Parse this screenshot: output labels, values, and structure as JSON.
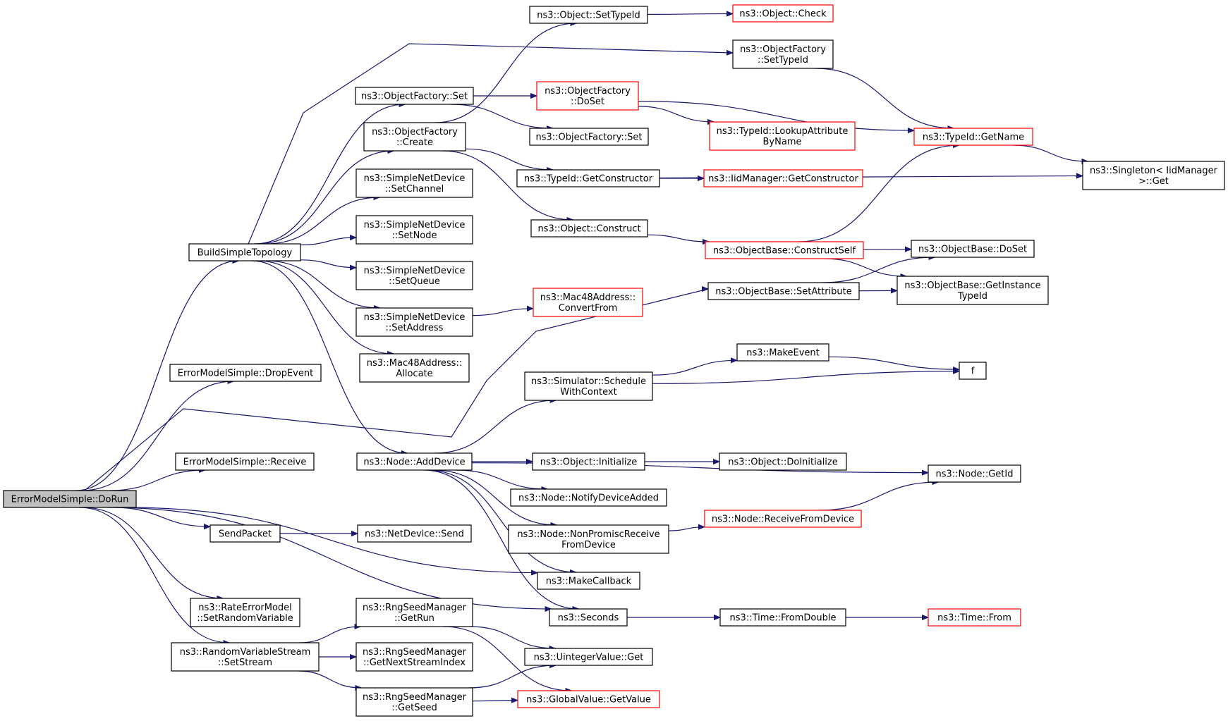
{
  "graph": {
    "nodes": [
      {
        "id": "dorun",
        "lines": [
          "ErrorModelSimple::DoRun"
        ],
        "style": "root"
      },
      {
        "id": "bst",
        "lines": [
          "BuildSimpleTopology"
        ]
      },
      {
        "id": "dropevent",
        "lines": [
          "ErrorModelSimple::DropEvent"
        ]
      },
      {
        "id": "receive",
        "lines": [
          "ErrorModelSimple::Receive"
        ]
      },
      {
        "id": "sendpacket",
        "lines": [
          "SendPacket"
        ]
      },
      {
        "id": "ratesetrv",
        "lines": [
          "ns3::RateErrorModel",
          "::SetRandomVariable"
        ]
      },
      {
        "id": "rvsetstream",
        "lines": [
          "ns3::RandomVariableStream",
          "::SetStream"
        ]
      },
      {
        "id": "ofset",
        "lines": [
          "ns3::ObjectFactory::Set"
        ]
      },
      {
        "id": "ofcreate",
        "lines": [
          "ns3::ObjectFactory",
          "::Create"
        ]
      },
      {
        "id": "sndsetchannel",
        "lines": [
          "ns3::SimpleNetDevice",
          "::SetChannel"
        ]
      },
      {
        "id": "sndsetnode",
        "lines": [
          "ns3::SimpleNetDevice",
          "::SetNode"
        ]
      },
      {
        "id": "sndsetqueue",
        "lines": [
          "ns3::SimpleNetDevice",
          "::SetQueue"
        ]
      },
      {
        "id": "sndsetaddress",
        "lines": [
          "ns3::SimpleNetDevice",
          "::SetAddress"
        ]
      },
      {
        "id": "mac48alloc",
        "lines": [
          "ns3::Mac48Address::",
          "Allocate"
        ]
      },
      {
        "id": "nodeadddevice",
        "lines": [
          "ns3::Node::AddDevice"
        ]
      },
      {
        "id": "netdevsend",
        "lines": [
          "ns3::NetDevice::Send"
        ]
      },
      {
        "id": "rsmgetrun",
        "lines": [
          "ns3::RngSeedManager",
          "::GetRun"
        ]
      },
      {
        "id": "rsmgetnext",
        "lines": [
          "ns3::RngSeedManager",
          "::GetNextStreamIndex"
        ]
      },
      {
        "id": "rsmgetseed",
        "lines": [
          "ns3::RngSeedManager",
          "::GetSeed"
        ]
      },
      {
        "id": "objsettypeid",
        "lines": [
          "ns3::Object::SetTypeId"
        ]
      },
      {
        "id": "ofdoset",
        "lines": [
          "ns3::ObjectFactory",
          "::DoSet"
        ],
        "style": "red"
      },
      {
        "id": "ofset2",
        "lines": [
          "ns3::ObjectFactory::Set"
        ]
      },
      {
        "id": "tidgetctor",
        "lines": [
          "ns3::TypeId::GetConstructor"
        ]
      },
      {
        "id": "objconstruct",
        "lines": [
          "ns3::Object::Construct"
        ]
      },
      {
        "id": "mac48convert",
        "lines": [
          "ns3::Mac48Address::",
          "ConvertFrom"
        ],
        "style": "red"
      },
      {
        "id": "simschedule",
        "lines": [
          "ns3::Simulator::Schedule",
          "WithContext"
        ]
      },
      {
        "id": "objinit",
        "lines": [
          "ns3::Object::Initialize"
        ]
      },
      {
        "id": "nodenotify",
        "lines": [
          "ns3::Node::NotifyDeviceAdded"
        ]
      },
      {
        "id": "nodenonprom",
        "lines": [
          "ns3::Node::NonPromiscReceive",
          "FromDevice"
        ]
      },
      {
        "id": "makecallback",
        "lines": [
          "ns3::MakeCallback"
        ]
      },
      {
        "id": "seconds",
        "lines": [
          "ns3::Seconds"
        ]
      },
      {
        "id": "uintget",
        "lines": [
          "ns3::UintegerValue::Get"
        ]
      },
      {
        "id": "gvgetvalue",
        "lines": [
          "ns3::GlobalValue::GetValue"
        ],
        "style": "red"
      },
      {
        "id": "objcheck",
        "lines": [
          "ns3::Object::Check"
        ],
        "style": "red"
      },
      {
        "id": "ofsettypeid",
        "lines": [
          "ns3::ObjectFactory",
          "::SetTypeId"
        ]
      },
      {
        "id": "tidlookup",
        "lines": [
          "ns3::TypeId::LookupAttribute",
          "ByName"
        ],
        "style": "red"
      },
      {
        "id": "iidgetctor",
        "lines": [
          "ns3::IidManager::GetConstructor"
        ],
        "style": "red"
      },
      {
        "id": "obconstructself",
        "lines": [
          "ns3::ObjectBase::ConstructSelf"
        ],
        "style": "red"
      },
      {
        "id": "obsetattr",
        "lines": [
          "ns3::ObjectBase::SetAttribute"
        ]
      },
      {
        "id": "makeevent",
        "lines": [
          "ns3::MakeEvent"
        ]
      },
      {
        "id": "objdoinit",
        "lines": [
          "ns3::Object::DoInitialize"
        ]
      },
      {
        "id": "nodercvfrom",
        "lines": [
          "ns3::Node::ReceiveFromDevice"
        ],
        "style": "red"
      },
      {
        "id": "timefromdouble",
        "lines": [
          "ns3::Time::FromDouble"
        ]
      },
      {
        "id": "tidgetname",
        "lines": [
          "ns3::TypeId::GetName"
        ],
        "style": "red"
      },
      {
        "id": "obdoset",
        "lines": [
          "ns3::ObjectBase::DoSet"
        ]
      },
      {
        "id": "obgetinst",
        "lines": [
          "ns3::ObjectBase::GetInstance",
          "TypeId"
        ]
      },
      {
        "id": "f",
        "lines": [
          "f"
        ]
      },
      {
        "id": "nodegetid",
        "lines": [
          "ns3::Node::GetId"
        ]
      },
      {
        "id": "timefrom",
        "lines": [
          "ns3::Time::From"
        ],
        "style": "red"
      },
      {
        "id": "singletonget",
        "lines": [
          "ns3::Singleton< IidManager",
          ">::Get"
        ]
      }
    ],
    "edges": [
      [
        "dorun",
        "bst"
      ],
      [
        "dorun",
        "dropevent"
      ],
      [
        "dorun",
        "receive"
      ],
      [
        "dorun",
        "sendpacket"
      ],
      [
        "dorun",
        "ratesetrv"
      ],
      [
        "dorun",
        "rvsetstream"
      ],
      [
        "dorun",
        "obsetattr"
      ],
      [
        "dorun",
        "makecallback"
      ],
      [
        "dorun",
        "seconds"
      ],
      [
        "bst",
        "ofset"
      ],
      [
        "bst",
        "ofcreate"
      ],
      [
        "bst",
        "sndsetchannel"
      ],
      [
        "bst",
        "sndsetnode"
      ],
      [
        "bst",
        "sndsetqueue"
      ],
      [
        "bst",
        "sndsetaddress"
      ],
      [
        "bst",
        "mac48alloc"
      ],
      [
        "bst",
        "nodeadddevice"
      ],
      [
        "bst",
        "ofsettypeid"
      ],
      [
        "sendpacket",
        "netdevsend"
      ],
      [
        "rvsetstream",
        "rsmgetrun"
      ],
      [
        "rvsetstream",
        "rsmgetnext"
      ],
      [
        "rvsetstream",
        "rsmgetseed"
      ],
      [
        "ofset",
        "ofdoset"
      ],
      [
        "ofset",
        "ofset2"
      ],
      [
        "ofcreate",
        "objsettypeid"
      ],
      [
        "ofcreate",
        "tidgetctor"
      ],
      [
        "ofcreate",
        "objconstruct"
      ],
      [
        "sndsetaddress",
        "mac48convert"
      ],
      [
        "nodeadddevice",
        "simschedule"
      ],
      [
        "nodeadddevice",
        "objinit"
      ],
      [
        "nodeadddevice",
        "nodenotify"
      ],
      [
        "nodeadddevice",
        "nodenonprom"
      ],
      [
        "nodeadddevice",
        "makecallback"
      ],
      [
        "nodeadddevice",
        "seconds"
      ],
      [
        "nodeadddevice",
        "nodegetid"
      ],
      [
        "rsmgetrun",
        "uintget"
      ],
      [
        "rsmgetrun",
        "gvgetvalue"
      ],
      [
        "rsmgetseed",
        "uintget"
      ],
      [
        "rsmgetseed",
        "gvgetvalue"
      ],
      [
        "objsettypeid",
        "objcheck"
      ],
      [
        "ofdoset",
        "tidlookup"
      ],
      [
        "ofdoset",
        "tidgetname"
      ],
      [
        "tidgetctor",
        "iidgetctor"
      ],
      [
        "tidgetctor",
        "singletonget"
      ],
      [
        "objconstruct",
        "obconstructself"
      ],
      [
        "simschedule",
        "makeevent"
      ],
      [
        "simschedule",
        "f"
      ],
      [
        "objinit",
        "objdoinit"
      ],
      [
        "nodenonprom",
        "nodercvfrom"
      ],
      [
        "seconds",
        "timefromdouble"
      ],
      [
        "ofsettypeid",
        "tidgetname"
      ],
      [
        "obconstructself",
        "tidgetname"
      ],
      [
        "obconstructself",
        "obdoset"
      ],
      [
        "obconstructself",
        "obgetinst"
      ],
      [
        "obsetattr",
        "obdoset"
      ],
      [
        "obsetattr",
        "obgetinst"
      ],
      [
        "makeevent",
        "f"
      ],
      [
        "nodercvfrom",
        "nodegetid"
      ],
      [
        "timefromdouble",
        "timefrom"
      ],
      [
        "tidgetname",
        "singletonget"
      ]
    ]
  }
}
